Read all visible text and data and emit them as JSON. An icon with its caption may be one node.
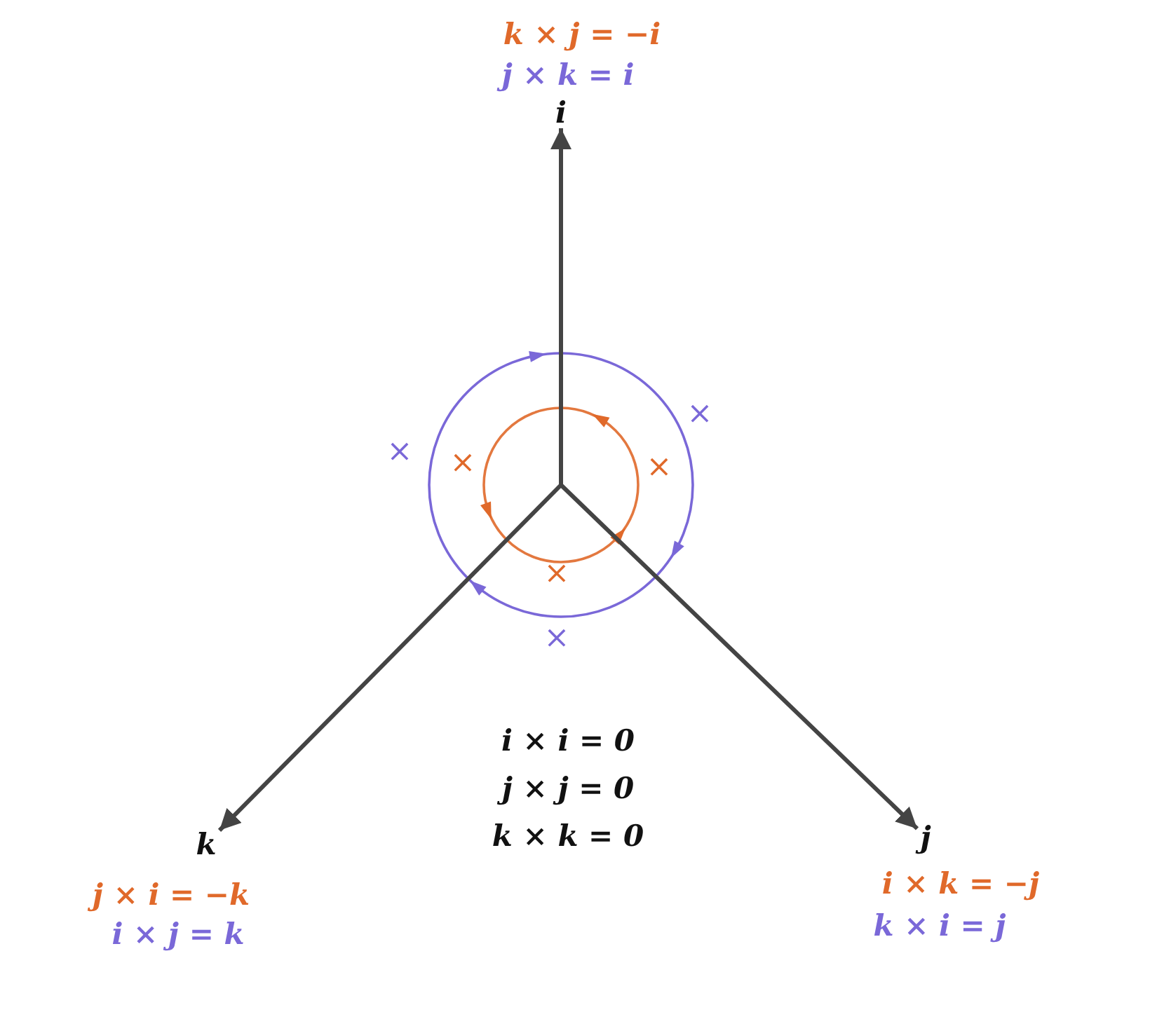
{
  "diagram": {
    "nodes": [
      {
        "text": [
          "i"
        ],
        "beside": [
          "k × j = −i",
          "j × k = i"
        ]
      },
      {
        "text": [
          "j"
        ],
        "beside": [
          "i × k = −j",
          "k × i = j"
        ]
      },
      {
        "text": [
          "k"
        ],
        "beside": [
          "j × i = −k",
          "i × j = k"
        ]
      }
    ],
    "edges": [
      {
        "from": null,
        "to": 0,
        "arrow": "to"
      },
      {
        "from": null,
        "to": 1,
        "arrow": "to"
      },
      {
        "from": null,
        "to": 2,
        "arrow": "to"
      }
    ],
    "labels": [
      "×",
      "×",
      "×",
      "×",
      "×",
      "×",
      "i × i = 0",
      "j × j = 0",
      "k × k = 0"
    ]
  }
}
